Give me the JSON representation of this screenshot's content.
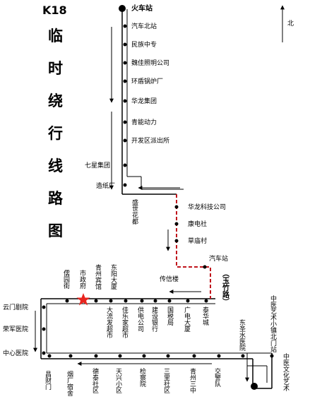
{
  "route": {
    "code": "K18",
    "title_chars": [
      "临",
      "时",
      "绕",
      "行",
      "线",
      "路",
      "图"
    ]
  },
  "north_label": "北",
  "stops": {
    "terminal": "火车站",
    "trunk": [
      "汽车北站",
      "民族中专",
      "魏佳照明公司",
      "环盾锅炉厂",
      "华龙集团",
      "青能动力",
      "开发区派出所",
      "七星集团",
      "造纸厂"
    ],
    "shengshijiayuan": "盛世花都",
    "detour": [
      "华龙科技公司",
      "康电社",
      "草庙村"
    ],
    "qichezhan": "汽车站",
    "chuanxin_lou": "传信楼",
    "yuzhulu": "（玉竹路）",
    "upper_row_top": [
      "儒园街",
      "市政府",
      "青州宾馆",
      "东阳大厦"
    ],
    "upper_row_bottom": [
      "大流发超市",
      "佳乐家超市",
      "供电公司",
      "建设银行",
      "国税局",
      "广电大厦",
      "泰华城"
    ],
    "left_column": [
      "云门剧院",
      "荣军医院",
      "中心医院"
    ],
    "bottom_row": [
      "昌财门",
      "烟厂宿舍",
      "德泰社区",
      "天兴小区",
      "检察院",
      "三里社区",
      "青州三中",
      "交警队"
    ],
    "right_side": [
      "东圣水医院",
      "中医艺术小镇北门站",
      "中医文化艺术"
    ]
  },
  "colors": {
    "route_line": "#000000",
    "detour_line": "#c0141c",
    "star": "#e8251f"
  }
}
